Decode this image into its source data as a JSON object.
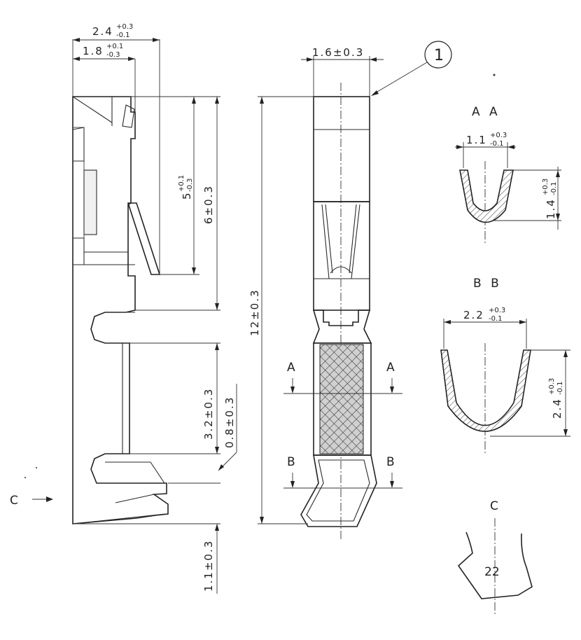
{
  "side_view": {
    "dims": {
      "overall_width": {
        "main": "2.4",
        "plus": "+0.3",
        "minus": "-0.1"
      },
      "inner_width": {
        "main": "1.8",
        "plus": "+0.1",
        "minus": "-0.3"
      },
      "latch_length": {
        "main": "5",
        "plus": "+0.1",
        "minus": "-0.3"
      },
      "contact_length": "6±0.3",
      "crimp_length": "3.2±0.3",
      "crimp_offset": "0.8±0.3",
      "tail_length": "1.1±0.3"
    },
    "view_label": "C"
  },
  "front_view": {
    "dims": {
      "top_width": "1.6±0.3",
      "overall_length": "12±0.3"
    },
    "balloon": "1",
    "section_a": "A",
    "section_b": "B"
  },
  "section_aa": {
    "title": "A A",
    "width": {
      "main": "1.1",
      "plus": "+0.3",
      "minus": "-0.1"
    },
    "height": {
      "main": "1.4",
      "plus": "+0.3",
      "minus": "-0.1"
    }
  },
  "section_bb": {
    "title": "B B",
    "width": {
      "main": "2.2",
      "plus": "+0.3",
      "minus": "-0.1"
    },
    "height": {
      "main": "2.4",
      "plus": "+0.3",
      "minus": "-0.1"
    }
  },
  "view_c": {
    "title": "C",
    "marking": "22"
  }
}
